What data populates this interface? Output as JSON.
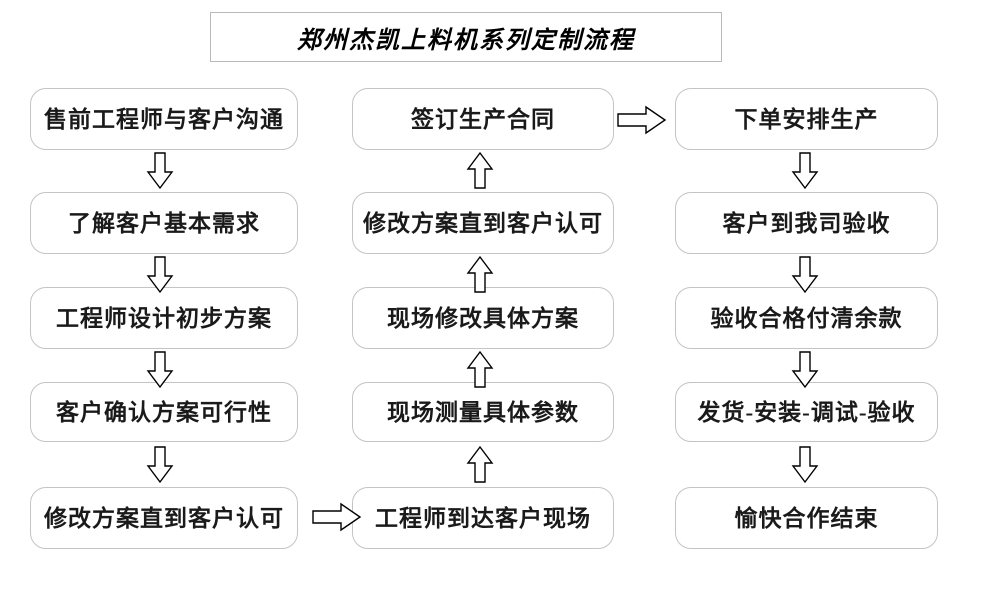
{
  "title": {
    "text": "郑州杰凯上料机系列定制流程"
  },
  "diagram": {
    "type": "flowchart",
    "columns": [
      {
        "id": "column-left",
        "flow_direction": "down",
        "nodes": [
          {
            "id": "node-a1",
            "label": "售前工程师与客户沟通"
          },
          {
            "id": "node-a2",
            "label": "了解客户基本需求"
          },
          {
            "id": "node-a3",
            "label": "工程师设计初步方案"
          },
          {
            "id": "node-a4",
            "label": "客户确认方案可行性"
          },
          {
            "id": "node-a5",
            "label": "修改方案直到客户认可"
          }
        ]
      },
      {
        "id": "column-middle",
        "flow_direction": "up",
        "nodes": [
          {
            "id": "node-b1",
            "label": "签订生产合同"
          },
          {
            "id": "node-b2",
            "label": "修改方案直到客户认可"
          },
          {
            "id": "node-b3",
            "label": "现场修改具体方案"
          },
          {
            "id": "node-b4",
            "label": "现场测量具体参数"
          },
          {
            "id": "node-b5",
            "label": "工程师到达客户现场"
          }
        ]
      },
      {
        "id": "column-right",
        "flow_direction": "down",
        "nodes": [
          {
            "id": "node-c1",
            "label": "下单安排生产"
          },
          {
            "id": "node-c2",
            "label": "客户到我司验收"
          },
          {
            "id": "node-c3",
            "label": "验收合格付清余款"
          },
          {
            "id": "node-c4",
            "label": "发货-安装-调试-验收"
          },
          {
            "id": "node-c5",
            "label": "愉快合作结束"
          }
        ]
      }
    ],
    "connectors": [
      {
        "id": "arrow-a1",
        "direction": "down",
        "from": "node-a1",
        "to": "node-a2"
      },
      {
        "id": "arrow-a2",
        "direction": "down",
        "from": "node-a2",
        "to": "node-a3"
      },
      {
        "id": "arrow-a3",
        "direction": "down",
        "from": "node-a3",
        "to": "node-a4"
      },
      {
        "id": "arrow-a4",
        "direction": "down",
        "from": "node-a4",
        "to": "node-a5"
      },
      {
        "id": "arrow-bridge-left-to-middle",
        "direction": "right",
        "from": "node-a5",
        "to": "node-b5"
      },
      {
        "id": "arrow-b4",
        "direction": "up",
        "from": "node-b5",
        "to": "node-b4"
      },
      {
        "id": "arrow-b3",
        "direction": "up",
        "from": "node-b4",
        "to": "node-b3"
      },
      {
        "id": "arrow-b2",
        "direction": "up",
        "from": "node-b3",
        "to": "node-b2"
      },
      {
        "id": "arrow-b1",
        "direction": "up",
        "from": "node-b2",
        "to": "node-b1"
      },
      {
        "id": "arrow-bridge-middle-to-right",
        "direction": "right",
        "from": "node-b1",
        "to": "node-c1"
      },
      {
        "id": "arrow-c1",
        "direction": "down",
        "from": "node-c1",
        "to": "node-c2"
      },
      {
        "id": "arrow-c2",
        "direction": "down",
        "from": "node-c2",
        "to": "node-c3"
      },
      {
        "id": "arrow-c3",
        "direction": "down",
        "from": "node-c3",
        "to": "node-c4"
      },
      {
        "id": "arrow-c4",
        "direction": "down",
        "from": "node-c4",
        "to": "node-c5"
      }
    ]
  },
  "colors": {
    "background": "#ffffff",
    "node_border": "#c4c4c4",
    "title_border": "#b9b9b9",
    "text": "#1a1a1a",
    "arrow_stroke": "#000000",
    "arrow_fill": "#ffffff"
  }
}
